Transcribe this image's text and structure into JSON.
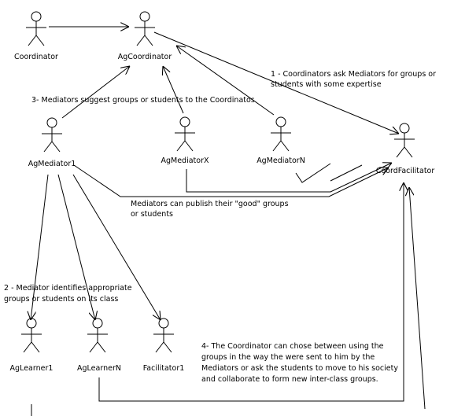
{
  "actors": {
    "coordinator": "Coordinator",
    "ag_coordinator": "AgCoordinator",
    "ag_mediator1": "AgMediator1",
    "ag_mediator_x": "AgMediatorX",
    "ag_mediator_n": "AgMediatorN",
    "coord_facilitator": "CoordFacilitator",
    "ag_learner1": "AgLearner1",
    "ag_learner_n": "AgLearnerN",
    "facilitator1": "Facilitator1"
  },
  "notes": {
    "step1": [
      "1 - Coordinators ask Mediators for groups or",
      "students with some expertise"
    ],
    "step2": [
      "2 - Mediator identifies appropriate",
      "groups or students on its class"
    ],
    "step3": [
      "3- Mediators suggest groups or students to the Coordinatos"
    ],
    "publish": [
      "Mediators can publish their \"good\" groups",
      "or students"
    ],
    "step4": [
      "4- The Coordinator can chose between using the",
      "groups in the way the were sent to him by the",
      "Mediators or ask the students to move to his society",
      "and collaborate to form new inter-class groups."
    ]
  }
}
